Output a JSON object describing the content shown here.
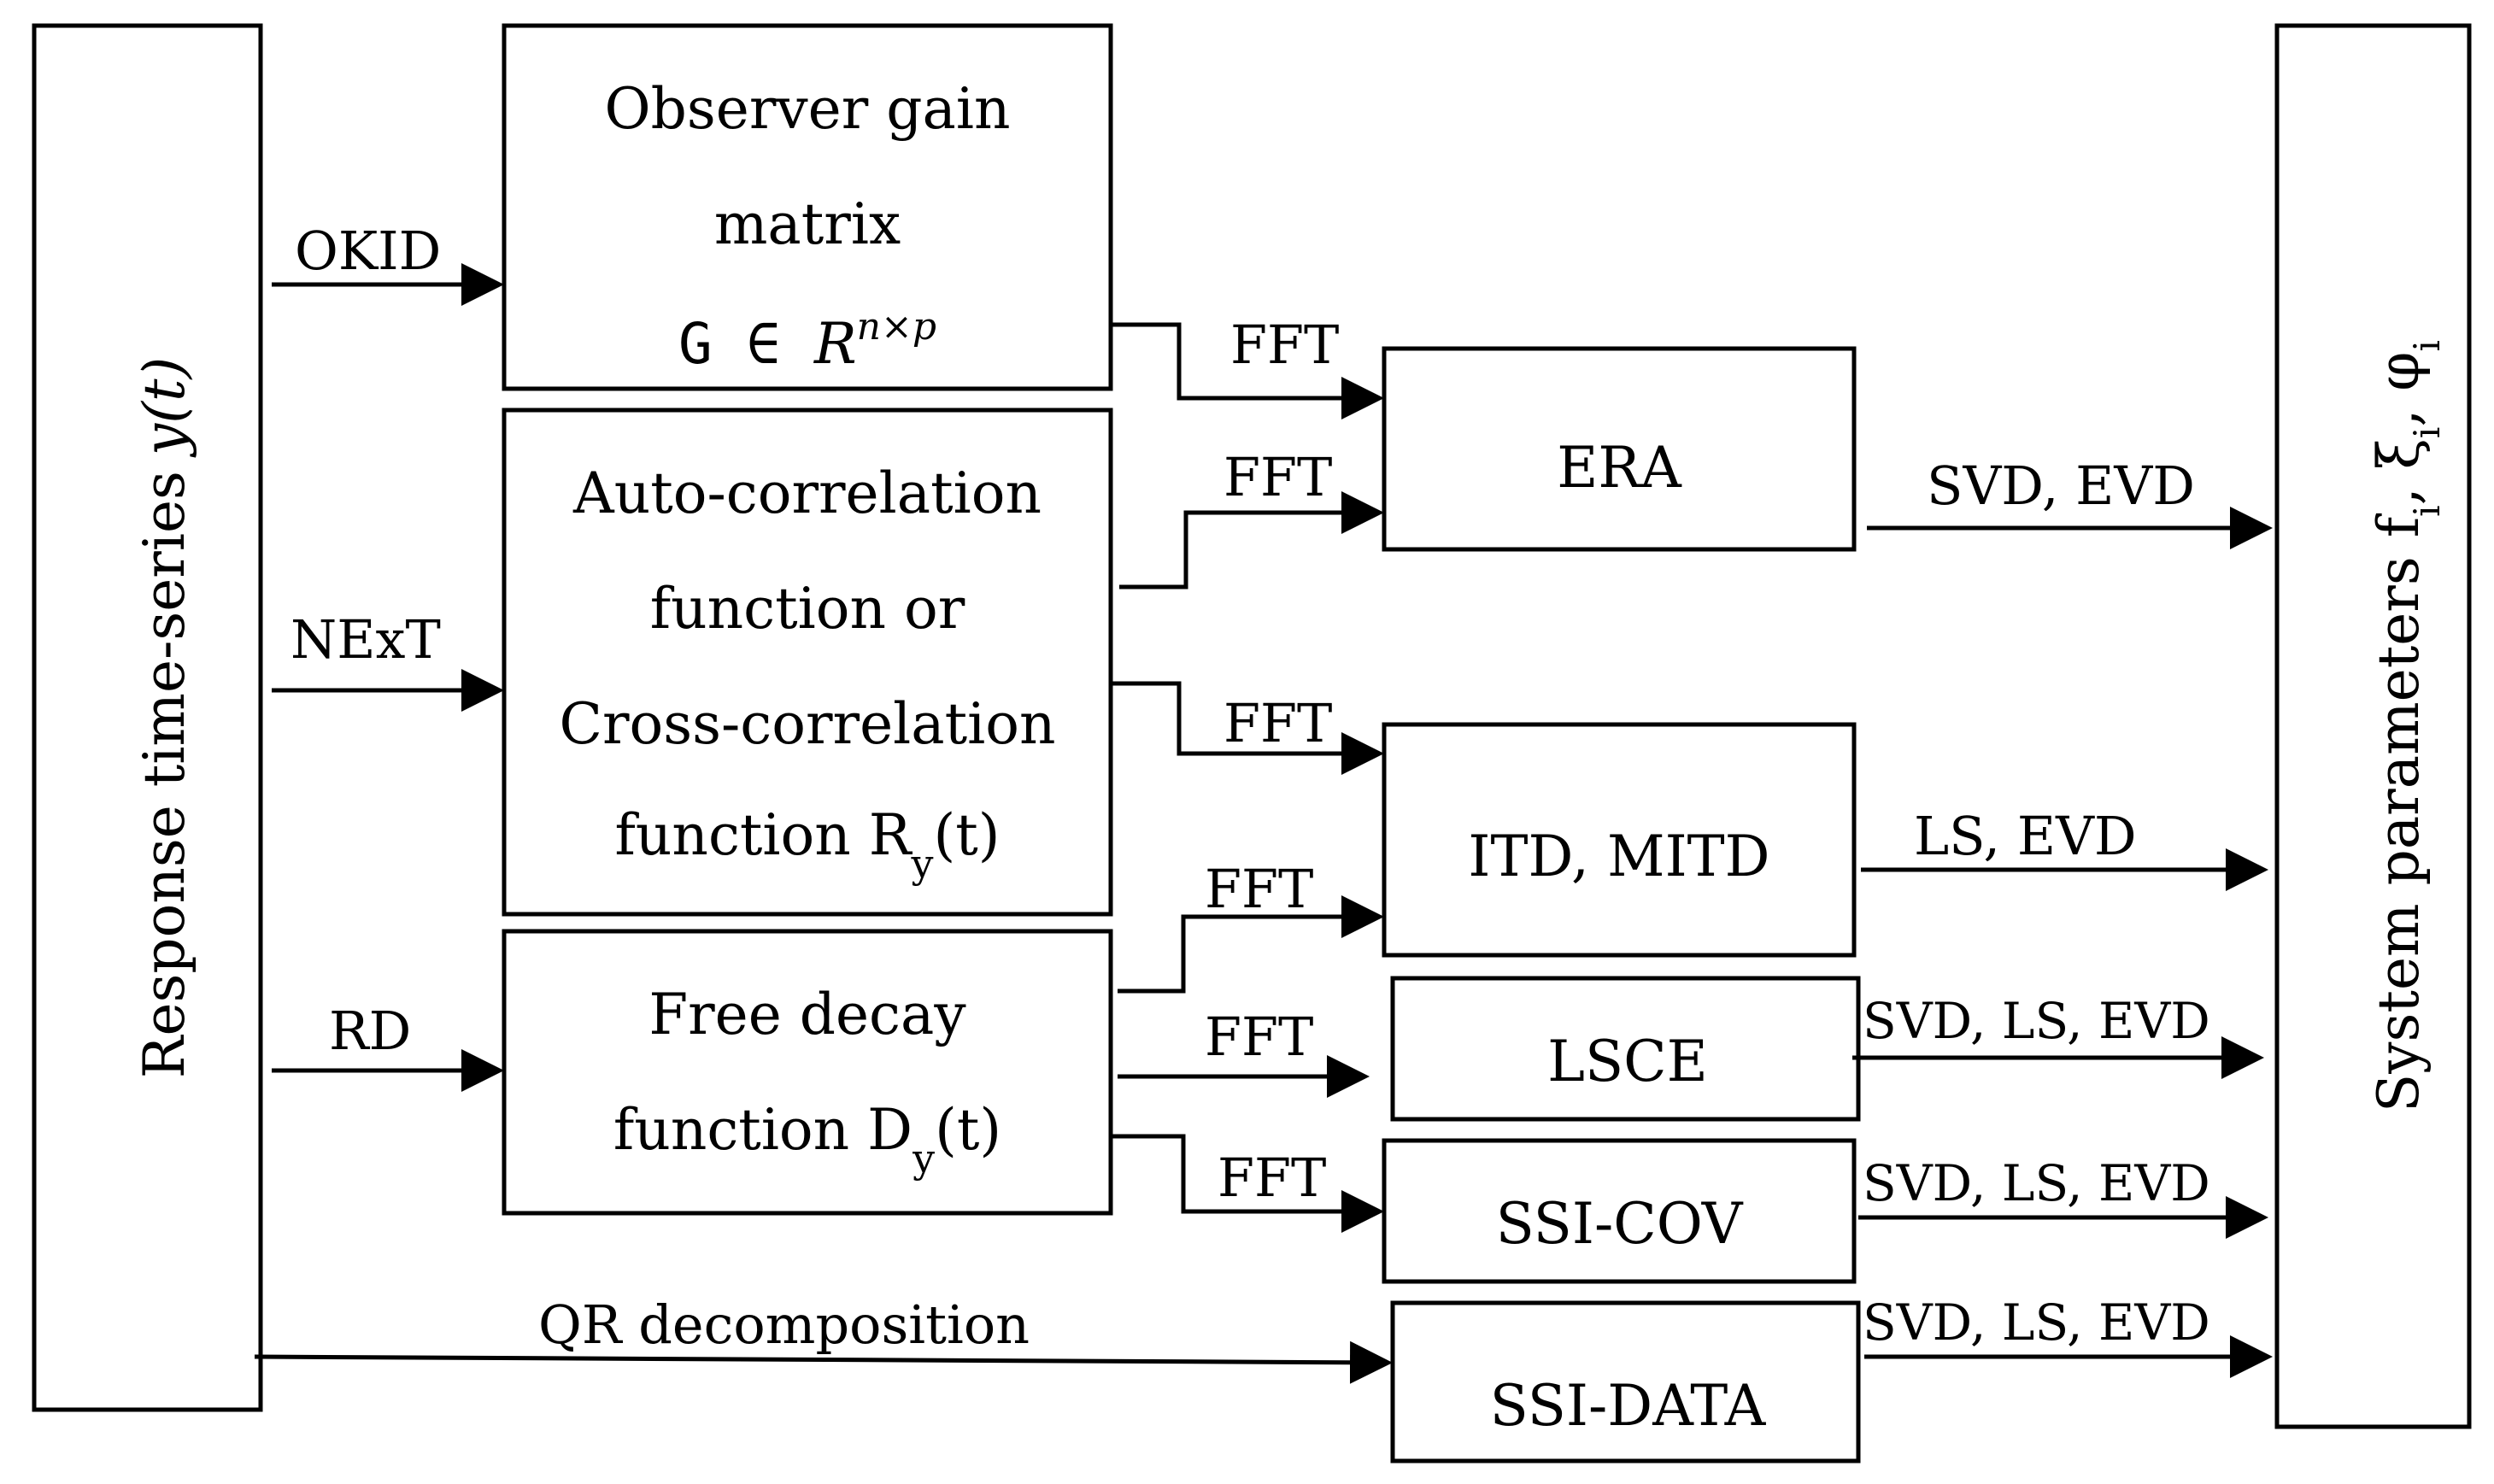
{
  "left_panel": {
    "label": "Response time-series",
    "var": "y(t)"
  },
  "right_panel": {
    "label": "System parameters",
    "params": [
      "f",
      "i",
      ", ξ",
      "i",
      ", φ",
      "i"
    ]
  },
  "boxes": {
    "observer": {
      "line1": "Observer gain",
      "line2": "matrix",
      "line3_main": "G ∈ ",
      "line3_R": "R",
      "line3_sup": "n×p"
    },
    "correlation": {
      "line1": "Auto-correlation",
      "line2": "function or",
      "line3": "Cross-correlation",
      "line4_main": "function  R",
      "line4_sub": "y",
      "line4_end": "(t)"
    },
    "decay": {
      "line1": "Free decay",
      "line2_main": "function  D",
      "line2_sub": "y",
      "line2_end": "(t)"
    },
    "era": "ERA",
    "itd": "ITD, MITD",
    "lsce": "LSCE",
    "ssicov": "SSI-COV",
    "ssidata": "SSI-DATA"
  },
  "edges": {
    "okid": "OKID",
    "next": "NExT",
    "rd": "RD",
    "qr": "QR decomposition",
    "fft": "FFT",
    "era_out": "SVD, EVD",
    "itd_out": "LS, EVD",
    "lsce_out": "SVD, LS, EVD",
    "ssicov_out": "SVD, LS, EVD",
    "ssidata_out": "SVD, LS, EVD"
  }
}
